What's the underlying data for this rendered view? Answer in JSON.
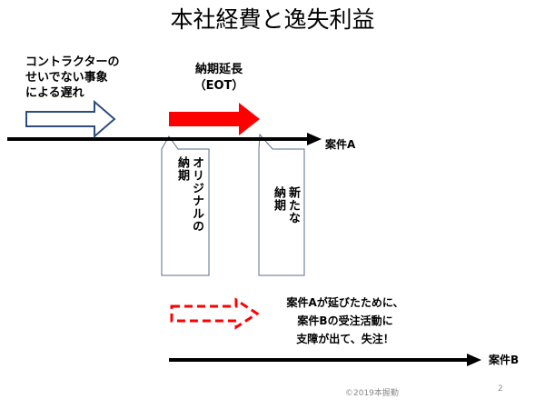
{
  "title": "本社経費と逸失利益",
  "contractor_note": "コントラクターの\nせいでない事象\nによる遅れ",
  "eot_note": "納期延長\n（EOT）",
  "project_a_label": "案件A",
  "project_b_label": "案件B",
  "original_deadline": "オリジナルの\n納期",
  "new_deadline": "新たな\n納期",
  "impact_note": "案件Aが延びたために、\n案件Bの受注活動に\n支障が出て、失注！",
  "copyright": "©2019本握勤",
  "page_number": "2",
  "colors": {
    "delay_arrow_outline": "#2e4d7b",
    "eot_arrow": "#ff0000",
    "dashed_arrow": "#ff0000",
    "callout_border": "#5a6e8c",
    "timeline": "#000000"
  }
}
